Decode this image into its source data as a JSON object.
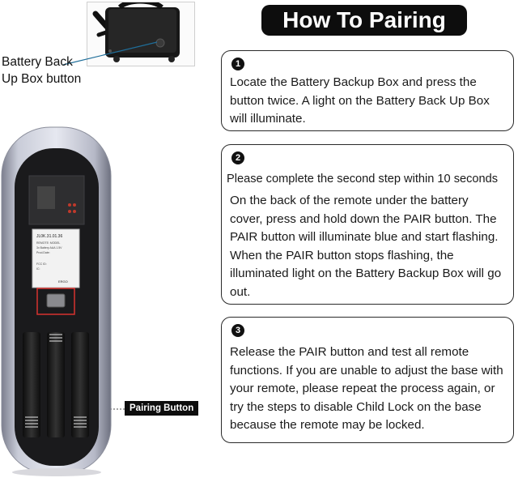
{
  "title": "How To Pairing",
  "labels": {
    "battery_backup_line1": "Battery Back",
    "battery_backup_line2": "Up Box button",
    "pairing_button": "Pairing Button"
  },
  "steps": [
    {
      "number": "1",
      "lines": [
        "Locate the Battery Backup Box and press the",
        "button twice. A light on the Battery Back Up Box",
        "will illuminate."
      ]
    },
    {
      "number": "2",
      "note": "Please complete the second step within 10 seconds",
      "lines": [
        "On the back of the remote under the battery",
        "cover, press and hold down the PAIR button. The",
        "PAIR button will illuminate blue and start flashing.",
        "When the PAIR button stops flashing, the",
        "illuminated light on the Battery Backup Box will go",
        "out."
      ]
    },
    {
      "number": "3",
      "lines": [
        "Release the PAIR button and test all remote",
        "functions. If you are unable to adjust the base with",
        "your remote, please repeat the process again, or",
        "try the steps to disable Child Lock on the base",
        "because the remote may be locked."
      ]
    }
  ],
  "remote_sticker": {
    "model": "JL0K.31.01.36",
    "line1": "REMOTE: MODEL",
    "line2": "3x Battery AAA 1.5V",
    "line3": "Prod.Date:",
    "line4": "FCC ID:",
    "line5": "IC:",
    "brand": "ERGO"
  },
  "colors": {
    "title_bg": "#0d0d0d",
    "title_text": "#ffffff",
    "box_border": "#2a2a2a",
    "highlight_red": "#d8322e",
    "remote_silver": "#a9acbb"
  }
}
